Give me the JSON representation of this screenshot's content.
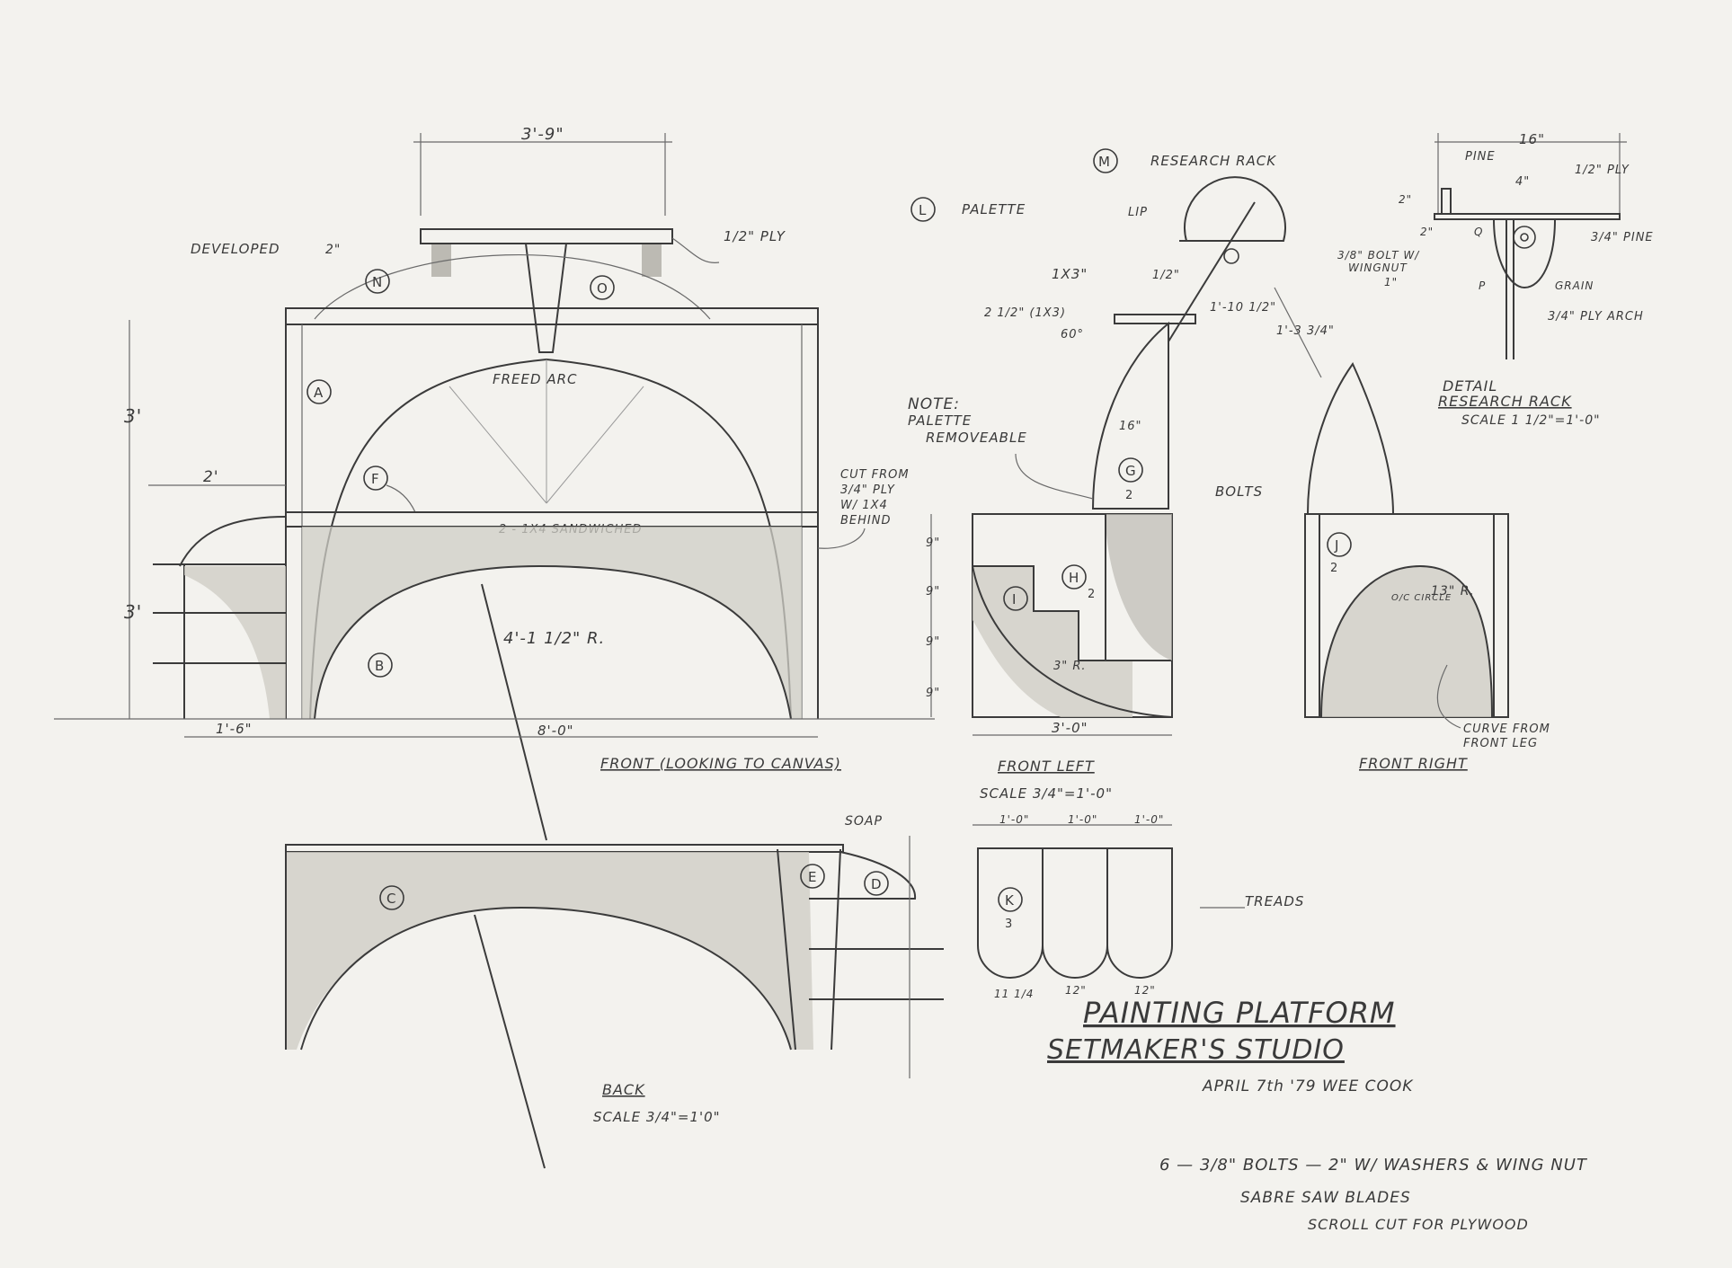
{
  "front": {
    "overall_width": "3'-9\"",
    "developed": "DEVELOPED",
    "developed_dim": "2\"",
    "ply_note": "1/2\" PLY",
    "height_upper": "3'",
    "height_lower": "3'",
    "step_width": "2'",
    "freed_arc": "FREED ARC",
    "sandwiched": "2 - 1X4  SANDWICHED",
    "cut_note": [
      "CUT FROM",
      "3/4\" PLY",
      "W/ 1X4",
      "BEHIND"
    ],
    "radius": "4'-1 1/2\" R.",
    "dim_side": "1'-6\"",
    "dim_width": "8'-0\"",
    "caption": "FRONT (LOOKING TO CANVAS)"
  },
  "tags": {
    "A": "A",
    "B": "B",
    "C": "C",
    "D": "D",
    "E": "E",
    "F": "F",
    "G": "G",
    "H": "H",
    "I": "I",
    "J": "J",
    "K": "K",
    "L": "L",
    "M": "M",
    "N": "N",
    "O": "O",
    "G_qty": "2",
    "H_qty": "2",
    "J_qty": "2",
    "K_qty": "3"
  },
  "rack": {
    "palette": "PALETTE",
    "research_rack": "RESEARCH RACK",
    "lip": "LIP",
    "d_1x3": "1X3\"",
    "d_half": "1/2\"",
    "d_21_2": "2 1/2\" (1X3)",
    "d_60": "60°",
    "d_10_5": "1'-10 1/2\"",
    "d_1_3": "1'-3 3/4\"",
    "d_16": "16\"",
    "note": [
      "NOTE:",
      "PALETTE",
      "REMOVEABLE"
    ],
    "bolts": "BOLTS"
  },
  "front_left": {
    "dims": [
      "9\"",
      "9\"",
      "9\"",
      "9\""
    ],
    "radius": "3\" R.",
    "width": "3'-0\"",
    "caption": "FRONT LEFT",
    "scale": "SCALE 3/4\"=1'-0\""
  },
  "front_right": {
    "radius": "13\" R.",
    "circle": "O/C CIRCLE",
    "curve_note": [
      "CURVE FROM",
      "FRONT LEG"
    ],
    "caption": "FRONT RIGHT"
  },
  "detail": {
    "d_16": "16\"",
    "pine": "PINE",
    "d_4": "4\"",
    "ply": "1/2\" PLY",
    "d_2a": "2\"",
    "d_2b": "2\"",
    "q": "Q",
    "bolt": [
      "3/8\" BOLT W/",
      "WINGNUT"
    ],
    "pine34": "3/4\" PINE",
    "d_1": "1\"",
    "p": "P",
    "grain": "GRAIN",
    "arch": "3/4\" PLY ARCH",
    "caption": [
      "DETAIL",
      "RESEARCH RACK"
    ],
    "scale": "SCALE 1 1/2\"=1'-0\""
  },
  "treads": {
    "dims_top": [
      "1'-0\"",
      "1'-0\"",
      "1'-0\""
    ],
    "dims_bottom": [
      "11 1/4",
      "12\"",
      "12\""
    ],
    "label": "TREADS"
  },
  "back": {
    "soap": "SOAP",
    "caption": "BACK",
    "scale": "SCALE 3/4\"=1'0\""
  },
  "title_block": {
    "title": "PAINTING PLATFORM",
    "subtitle": "SETMAKER'S STUDIO",
    "date": "APRIL 7th '79  WEE COOK"
  },
  "notes": [
    "6 — 3/8\" BOLTS — 2\"  W/ WASHERS & WING NUT",
    "SABRE SAW BLADES",
    "SCROLL CUT FOR PLYWOOD"
  ]
}
